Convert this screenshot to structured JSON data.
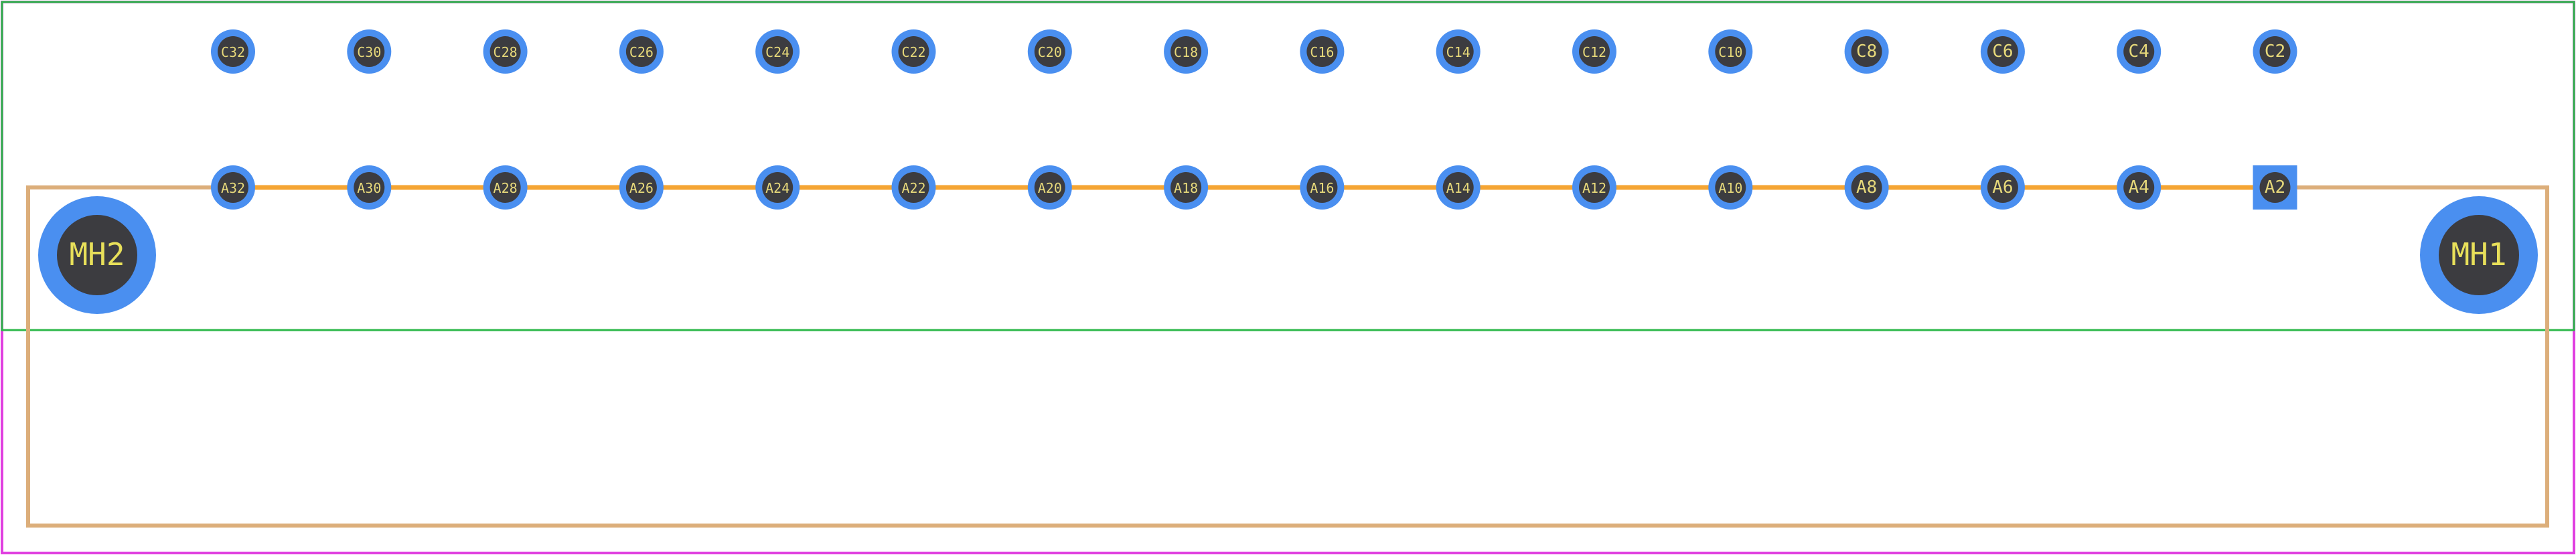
{
  "colors": {
    "background": "#ffffff",
    "courtyard": "#2db84a",
    "board_outline": "#e040e0",
    "silkscreen": "#dcae7a",
    "trace": "#f5a533",
    "pad": "#4a8ff0",
    "drill": "#3c3c40",
    "pad_text": "#e6d87a",
    "mh_text": "#e8e05a"
  },
  "pads": {
    "top_row": [
      "C32",
      "C30",
      "C28",
      "C26",
      "C24",
      "C22",
      "C20",
      "C18",
      "C16",
      "C14",
      "C12",
      "C10",
      "C8",
      "C6",
      "C4",
      "C2"
    ],
    "bottom_row": [
      "A32",
      "A30",
      "A28",
      "A26",
      "A24",
      "A22",
      "A20",
      "A18",
      "A16",
      "A14",
      "A12",
      "A10",
      "A8",
      "A6",
      "A4",
      "A2"
    ],
    "square_pad": "A2"
  },
  "mounting_holes": {
    "left": "MH2",
    "right": "MH1"
  }
}
